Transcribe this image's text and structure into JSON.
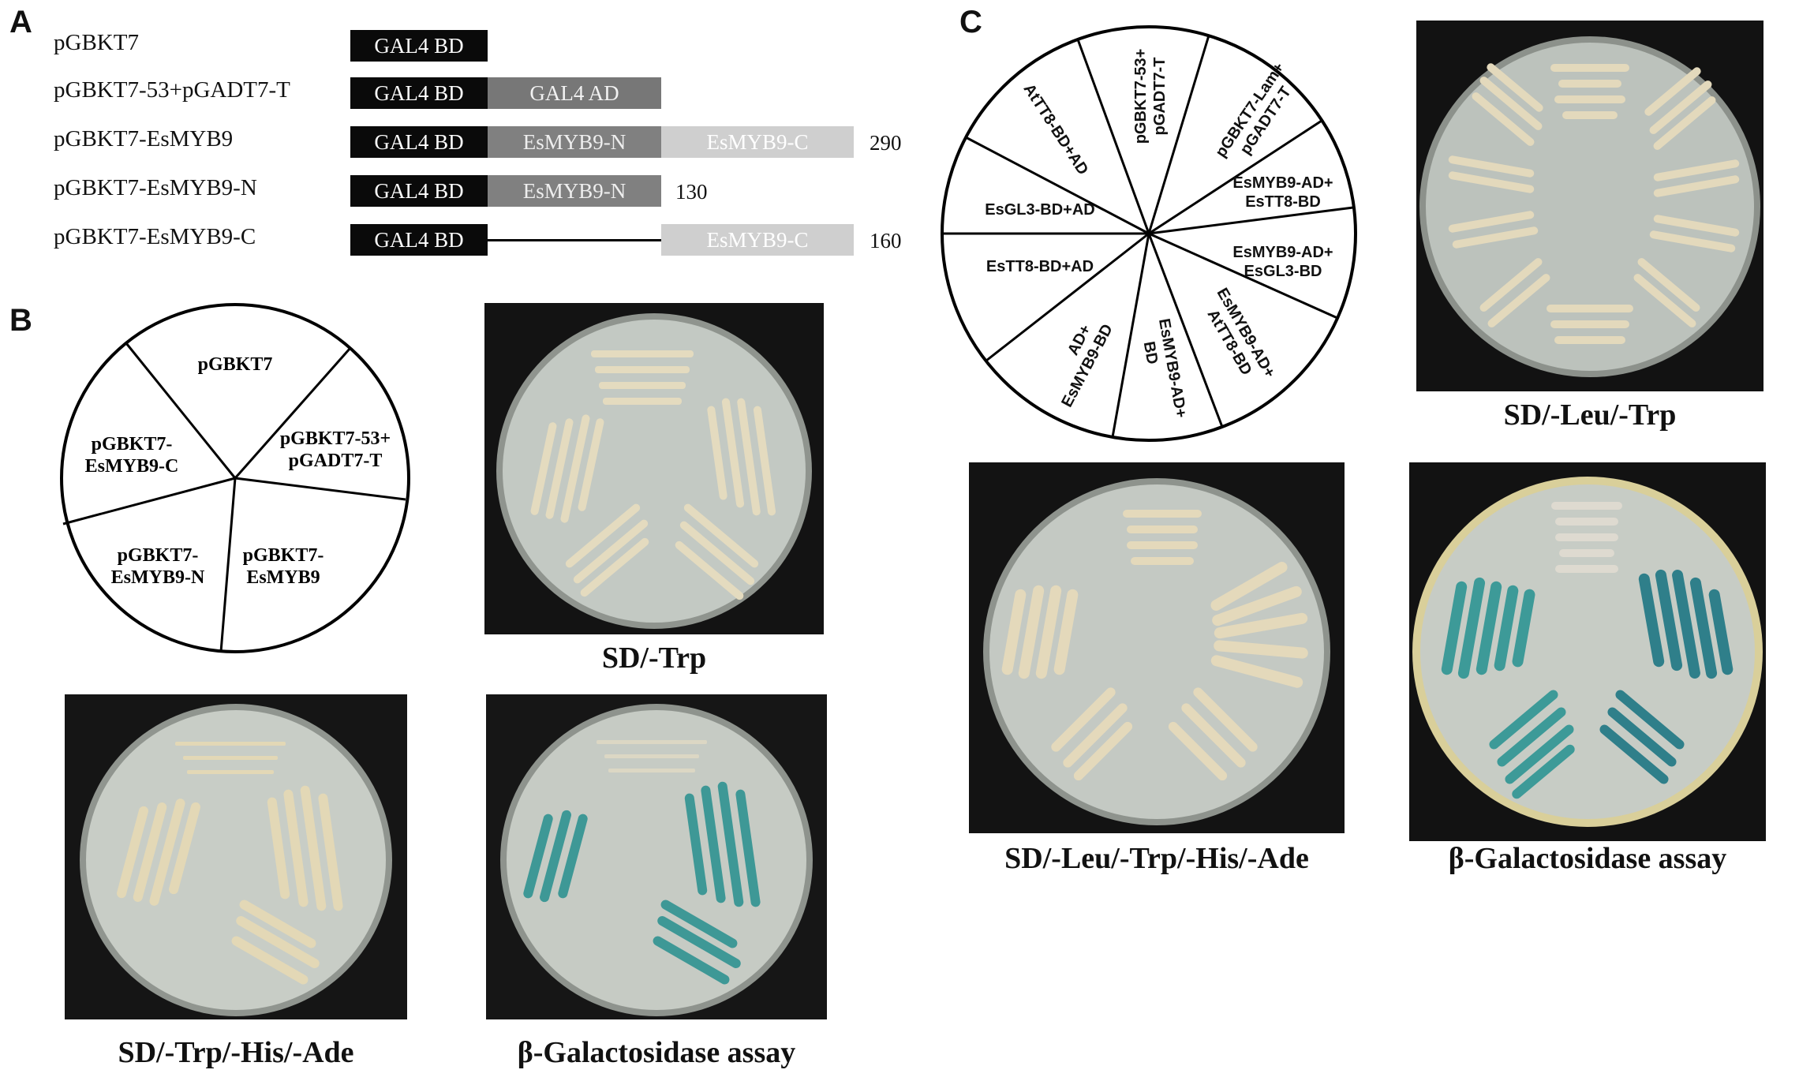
{
  "panels": {
    "a": "A",
    "b": "B",
    "c": "C"
  },
  "panel_a": {
    "constructs": [
      {
        "name": "pGBKT7",
        "domains": [
          "GAL4 BD"
        ],
        "length": ""
      },
      {
        "name": "pGBKT7-53+pGADT7-T",
        "domains": [
          "GAL4 BD",
          "GAL4 AD"
        ],
        "length": ""
      },
      {
        "name": "pGBKT7-EsMYB9",
        "domains": [
          "GAL4 BD",
          "EsMYB9-N",
          "EsMYB9-C"
        ],
        "length": "290"
      },
      {
        "name": "pGBKT7-EsMYB9-N",
        "domains": [
          "GAL4 BD",
          "EsMYB9-N"
        ],
        "length": "130"
      },
      {
        "name": "pGBKT7-EsMYB9-C",
        "domains": [
          "GAL4 BD",
          "EsMYB9-C"
        ],
        "length": "160"
      }
    ]
  },
  "panel_b": {
    "sectors": {
      "top": "pGBKT7",
      "right_l1": "pGBKT7-53+",
      "right_l2": "pGADT7-T",
      "bottom_right_l1": "pGBKT7-",
      "bottom_right_l2": "EsMYB9",
      "bottom_left_l1": "pGBKT7-",
      "bottom_left_l2": "EsMYB9-N",
      "left_l1": "pGBKT7-",
      "left_l2": "EsMYB9-C"
    },
    "captions": {
      "sd_trp": "SD/-Trp",
      "sd_trp_his_ade": "SD/-Trp/-His/-Ade",
      "beta_gal": "β-Galactosidase assay"
    }
  },
  "panel_c": {
    "sectors": {
      "s1_l1": "pGBKT7-53+",
      "s1_l2": "pGADT7-T",
      "s2_l1": "pGBKT7-Lam+",
      "s2_l2": "pGADT7-T",
      "s3_l1": "EsMYB9-AD+",
      "s3_l2": "EsTT8-BD",
      "s4_l1": "EsMYB9-AD+",
      "s4_l2": "EsGL3-BD",
      "s5_l1": "EsMYB9-AD+",
      "s5_l2": "AtTT8-BD",
      "s6_l1": "EsMYB9-AD+",
      "s6_l2": "BD",
      "s7_l1": "AD+",
      "s7_l2": "EsMYB9-BD",
      "s8": "EsTT8-BD+AD",
      "s9": "EsGL3-BD+AD",
      "s10": "AtTT8-BD+AD"
    },
    "captions": {
      "sd_leu_trp": "SD/-Leu/-Trp",
      "sd_leu_trp_his_ade": "SD/-Leu/-Trp/-His/-Ade",
      "beta_gal": "β-Galactosidase assay"
    }
  },
  "colors": {
    "colony_cream": "#e6dcc0",
    "colony_blue": "#3f9a98",
    "agar": "#c9cec8",
    "photo_bg": "#121212"
  }
}
